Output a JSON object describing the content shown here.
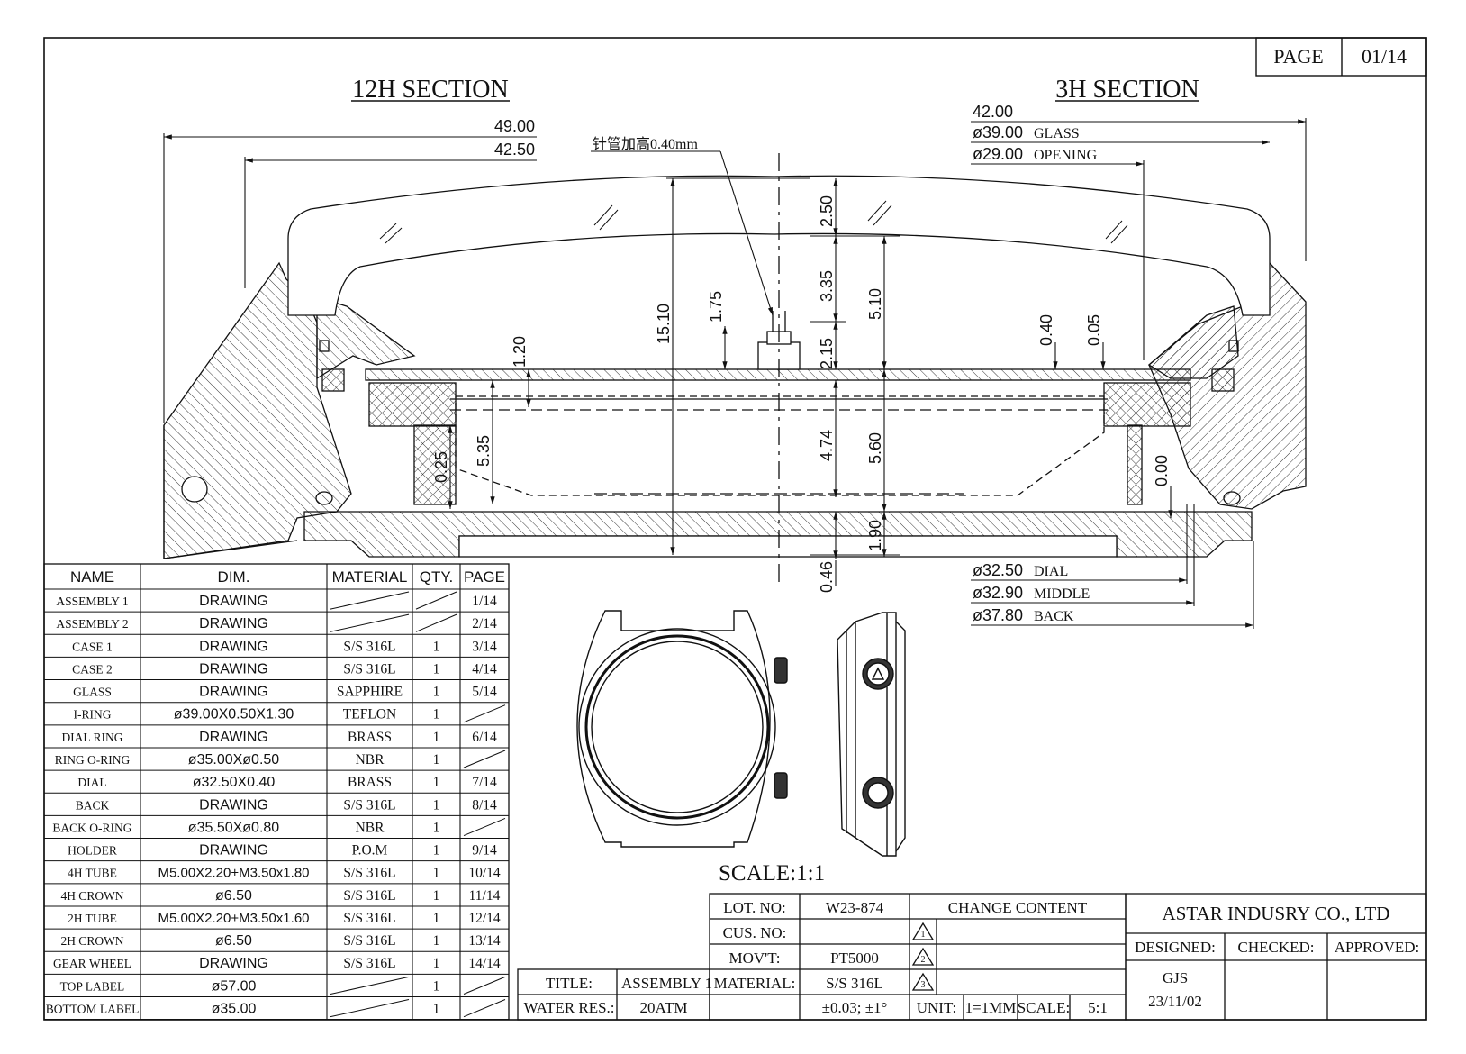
{
  "page": {
    "label": "PAGE",
    "value": "01/14"
  },
  "sections": {
    "left": "12H SECTION",
    "right": "3H SECTION"
  },
  "dims_left": {
    "d1": "49.00",
    "d2": "42.50"
  },
  "dims_right": {
    "top": "42.00",
    "glass_value": "ø39.00",
    "glass_label": "GLASS",
    "opening_value": "ø29.00",
    "opening_label": "OPENING"
  },
  "dims_bottom": {
    "dial_value": "ø32.50",
    "dial_label": "DIAL",
    "middle_value": "ø32.90",
    "middle_label": "MIDDLE",
    "back_value": "ø37.80",
    "back_label": "BACK"
  },
  "note": "针管加高0.40mm",
  "vdims": {
    "d2_50": "2.50",
    "d3_35": "3.35",
    "d5_10": "5.10",
    "d15_10": "15.10",
    "d1_75": "1.75",
    "d2_15": "2.15",
    "d1_20": "1.20",
    "d0_40": "0.40",
    "d0_05": "0.05",
    "d4_74": "4.74",
    "d5_60": "5.60",
    "d5_35": "5.35",
    "d0_25": "0.25",
    "d0_00": "0.00",
    "d1_90": "1.90",
    "d0_46": "0.46"
  },
  "parts": {
    "headers": [
      "NAME",
      "DIM.",
      "MATERIAL",
      "QTY.",
      "PAGE"
    ],
    "rows": [
      [
        "ASSEMBLY 1",
        "DRAWING",
        "",
        "",
        "1/14"
      ],
      [
        "ASSEMBLY 2",
        "DRAWING",
        "",
        "",
        "2/14"
      ],
      [
        "CASE 1",
        "DRAWING",
        "S/S 316L",
        "1",
        "3/14"
      ],
      [
        "CASE 2",
        "DRAWING",
        "S/S 316L",
        "1",
        "4/14"
      ],
      [
        "GLASS",
        "DRAWING",
        "SAPPHIRE",
        "1",
        "5/14"
      ],
      [
        "I-RING",
        "ø39.00X0.50X1.30",
        "TEFLON",
        "1",
        ""
      ],
      [
        "DIAL RING",
        "DRAWING",
        "BRASS",
        "1",
        "6/14"
      ],
      [
        "RING O-RING",
        "ø35.00Xø0.50",
        "NBR",
        "1",
        ""
      ],
      [
        "DIAL",
        "ø32.50X0.40",
        "BRASS",
        "1",
        "7/14"
      ],
      [
        "BACK",
        "DRAWING",
        "S/S 316L",
        "1",
        "8/14"
      ],
      [
        "BACK O-RING",
        "ø35.50Xø0.80",
        "NBR",
        "1",
        ""
      ],
      [
        "HOLDER",
        "DRAWING",
        "P.O.M",
        "1",
        "9/14"
      ],
      [
        "4H TUBE",
        "M5.00X2.20+M3.50x1.80",
        "S/S 316L",
        "1",
        "10/14"
      ],
      [
        "4H CROWN",
        "ø6.50",
        "S/S 316L",
        "1",
        "11/14"
      ],
      [
        "2H TUBE",
        "M5.00X2.20+M3.50x1.60",
        "S/S 316L",
        "1",
        "12/14"
      ],
      [
        "2H CROWN",
        "ø6.50",
        "S/S 316L",
        "1",
        "13/14"
      ],
      [
        "GEAR WHEEL",
        "DRAWING",
        "S/S 316L",
        "1",
        "14/14"
      ],
      [
        "TOP LABEL",
        "ø57.00",
        "",
        "1",
        ""
      ],
      [
        "BOTTOM LABEL",
        "ø35.00",
        "",
        "1",
        ""
      ]
    ]
  },
  "scale_label": "SCALE:1:1",
  "title_block": {
    "lot_label": "LOT. NO:",
    "lot_value": "W23-874",
    "cus_label": "CUS. NO:",
    "cus_value": "",
    "mov_label": "MOV'T:",
    "mov_value": "PT5000",
    "material_label": "MATERIAL:",
    "material_value": "S/S 316L",
    "tolerance": "±0.03; ±1°",
    "unit_label": "UNIT:",
    "unit_value": "1=1MM",
    "scale_label": "SCALE:",
    "scale_value": "5:1",
    "title_label": "TITLE:",
    "title_value": "ASSEMBLY 1",
    "water_label": "WATER RES.:",
    "water_value": "20ATM",
    "change_header": "CHANGE CONTENT",
    "rev": [
      "1",
      "2",
      "3"
    ],
    "company": "ASTAR INDUSRY CO., LTD",
    "designed_label": "DESIGNED:",
    "checked_label": "CHECKED:",
    "approved_label": "APPROVED:",
    "designer": "GJS",
    "date": "23/11/02"
  }
}
